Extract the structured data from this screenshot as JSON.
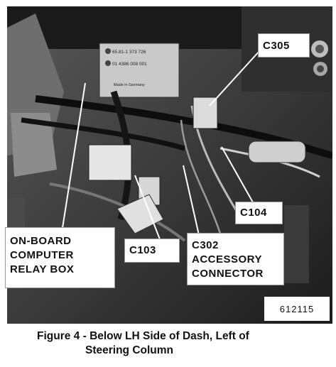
{
  "figure": {
    "callouts": {
      "onboard": [
        "ON-BOARD",
        "COMPUTER",
        "RELAY BOX"
      ],
      "c103": "C103",
      "c302": [
        "C302",
        "ACCESSORY",
        "CONNECTOR"
      ],
      "c104": "C104",
      "c305": "C305"
    },
    "figure_number": "612115",
    "relay_box_text": [
      "65.81-1 373 726",
      "01 4386 008 001",
      "Made in Germany"
    ],
    "caption": {
      "line1": "Figure 4 - Below LH Side of Dash, Left of",
      "line2": "Steering Column"
    }
  }
}
